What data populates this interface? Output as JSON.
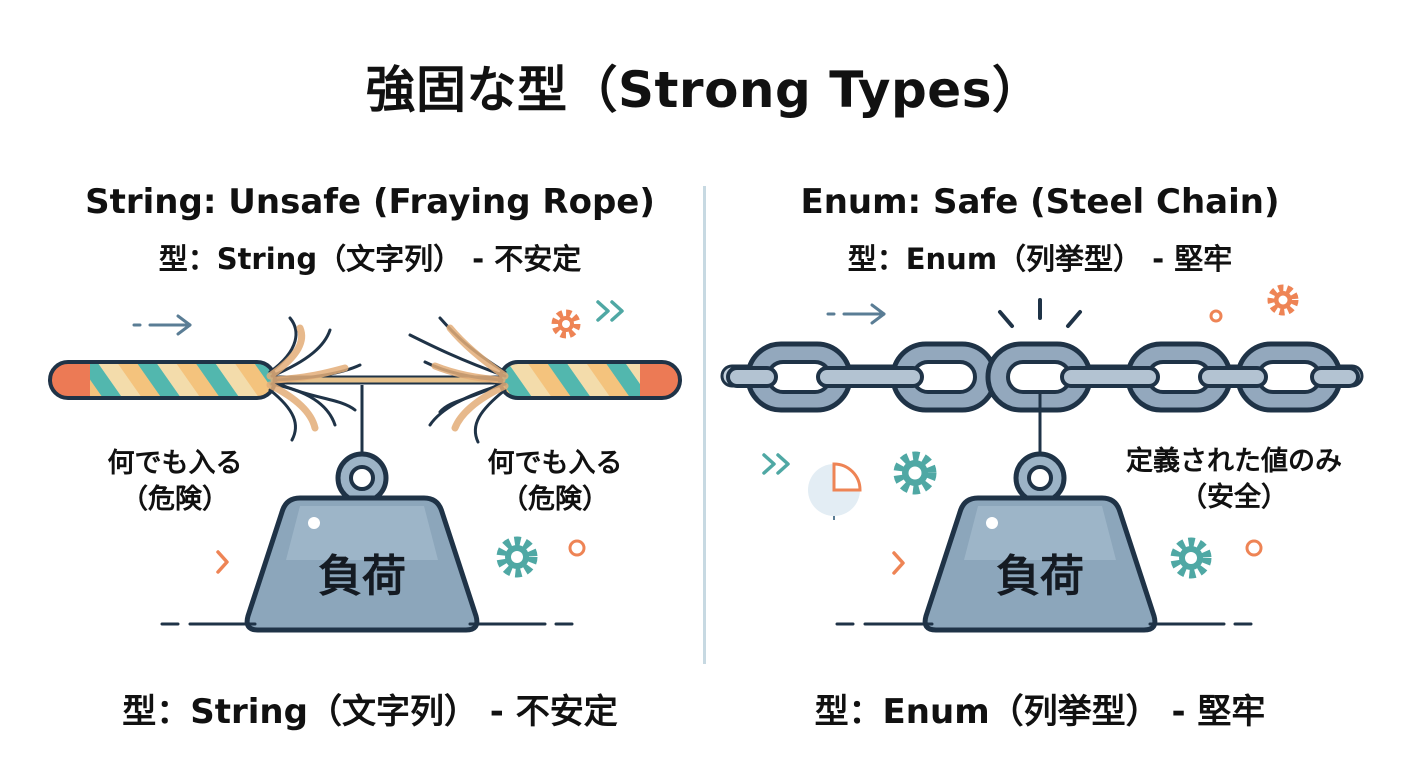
{
  "title": "強固な型（Strong Types）",
  "left_panel": {
    "title": "String: Unsafe (Fraying Rope)",
    "subtitle": "型：String（文字列） - 不安定",
    "label_left_line1": "何でも入る",
    "label_left_line2": "（危険）",
    "label_right_line1": "何でも入る",
    "label_right_line2": "（危険）",
    "weight_label": "負荷",
    "bottom_label": "型：String（文字列） - 不安定"
  },
  "right_panel": {
    "title": "Enum: Safe (Steel Chain)",
    "subtitle": "型：Enum（列挙型） - 堅牢",
    "label_line1": "定義された値のみ",
    "label_line2": "（安全）",
    "weight_label": "負荷",
    "bottom_label": "型：Enum（列挙型） - 堅牢"
  },
  "colors": {
    "rope_teal": "#52b7ae",
    "rope_orange": "#ec7a55",
    "rope_cream": "#f3dcab",
    "fray": "#e3ad78",
    "chain_steel": "#93a8bd",
    "outline": "#1f3347",
    "weight_fill": "#8ca6bb",
    "accent_orange": "#ee8455",
    "accent_teal": "#4fa8a4",
    "divider": "#c7d9e2"
  },
  "icons": [
    "arrow-right-icon",
    "gear-icon",
    "double-chevron-icon",
    "circle-icon",
    "pie-chart-icon",
    "chevron-icon",
    "burst-lines-icon"
  ]
}
